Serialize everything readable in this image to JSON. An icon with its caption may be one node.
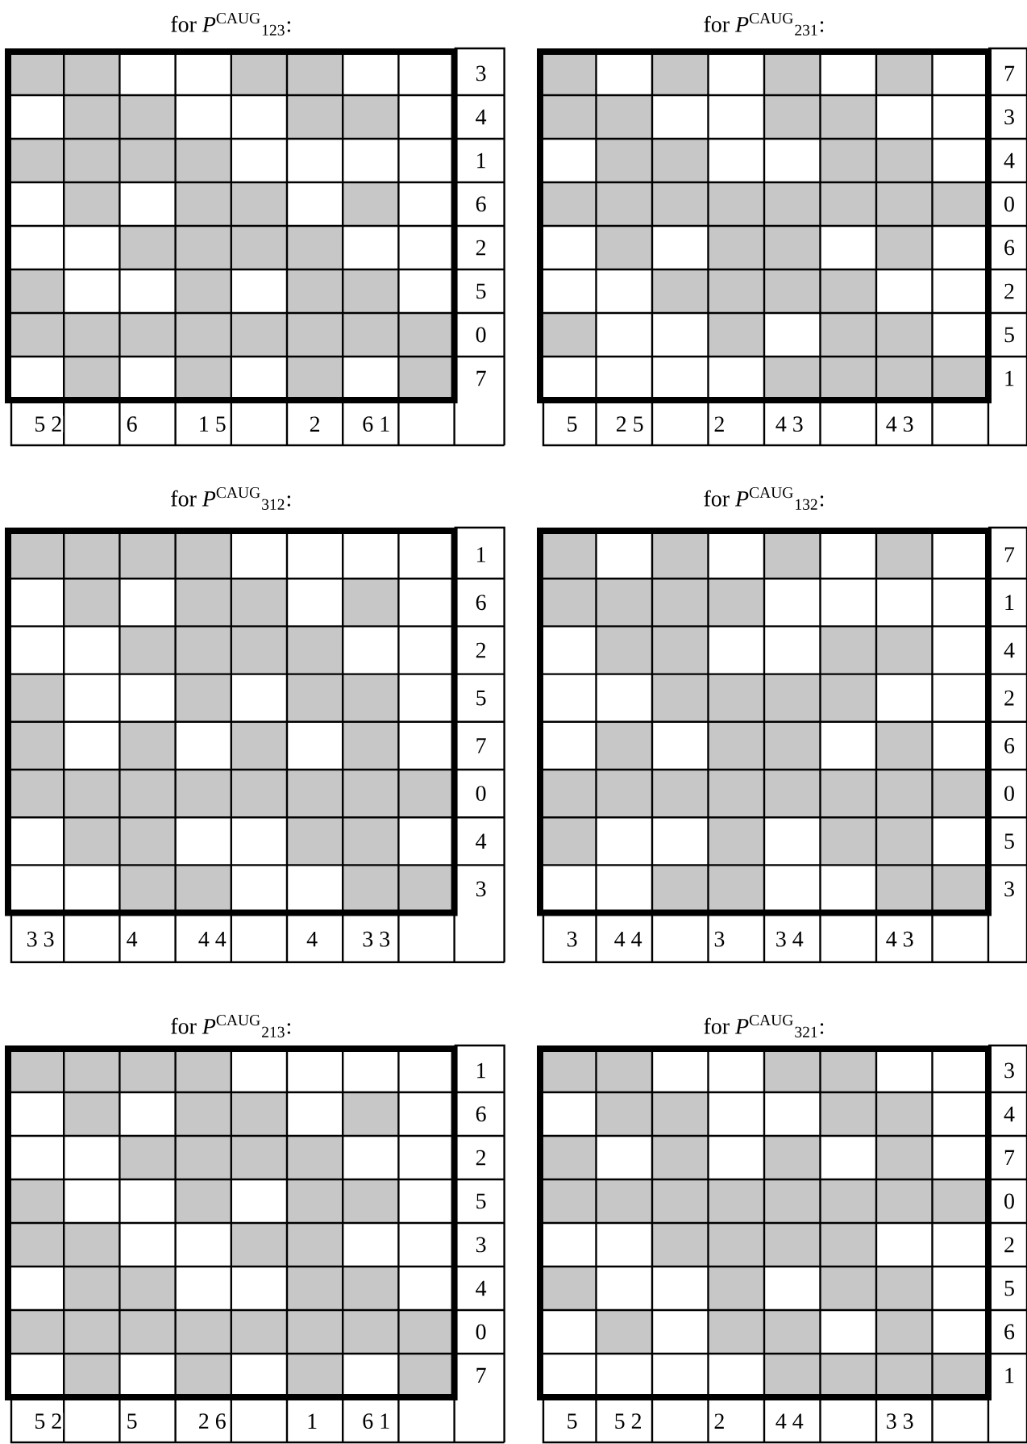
{
  "diagram": {
    "labels": [
      "for *P*$^{CAUG}$$_{123}$:",
      "3",
      "4",
      "1",
      "6",
      "2",
      "5",
      "0",
      "7",
      "5 2",
      "6",
      "1 5",
      "2",
      "6 1",
      "for *P*$^{CAUG}$$_{231}$:",
      "7",
      "3",
      "4",
      "0",
      "6",
      "2",
      "5",
      "1",
      "5",
      "2 5",
      "2",
      "4 3",
      "4 3",
      "for *P*$^{CAUG}$$_{312}$:",
      "1",
      "6",
      "2",
      "5",
      "7",
      "0",
      "4",
      "3",
      "3 3",
      "4",
      "4 4",
      "4",
      "3 3",
      "for *P*$^{CAUG}$$_{132}$:",
      "7",
      "1",
      "4",
      "2",
      "6",
      "0",
      "5",
      "3",
      "3",
      "4 4",
      "3",
      "3 4",
      "4 3",
      "for *P*$^{CAUG}$$_{213}$:",
      "1",
      "6",
      "2",
      "5",
      "3",
      "4",
      "0",
      "7",
      "5 2",
      "5",
      "2 6",
      "1",
      "6 1",
      "for *P*$^{CAUG}$$_{321}$:",
      "3",
      "4",
      "7",
      "0",
      "2",
      "5",
      "6",
      "1",
      "5",
      "5 2",
      "2",
      "4 4",
      "3 3"
    ]
  }
}
